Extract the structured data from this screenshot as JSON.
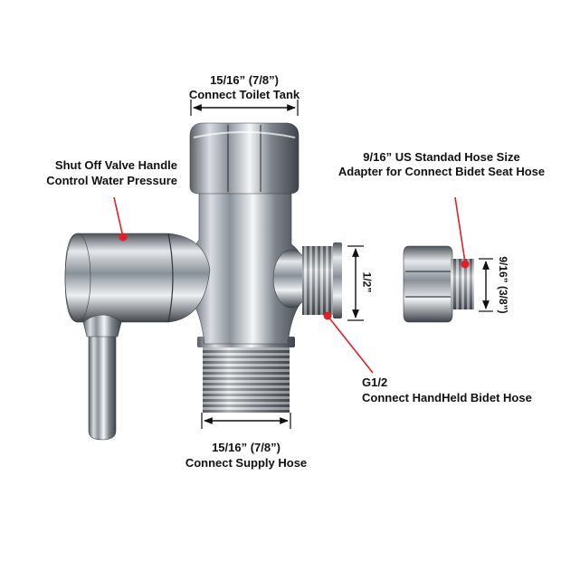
{
  "labels": {
    "top_size": "15/16” (7/8”)",
    "top_text": "Connect Toilet Tank",
    "handle_line1": "Shut Off Valve Handle",
    "handle_line2": "Control Water Pressure",
    "adapter_line1": "9/16” US Standad Hose Size",
    "adapter_line2": "Adapter for Connect Bidet Seat Hose",
    "side_size": "1/2”",
    "adapter_size": "9/16” (3/8”)",
    "outlet_line1": "G1/2",
    "outlet_line2": "Connect HandHeld Bidet Hose",
    "bottom_size": "15/16” (7/8”)",
    "bottom_text": "Connect Supply Hose"
  },
  "colors": {
    "callout": "#e0202a",
    "dimension": "#111111"
  }
}
